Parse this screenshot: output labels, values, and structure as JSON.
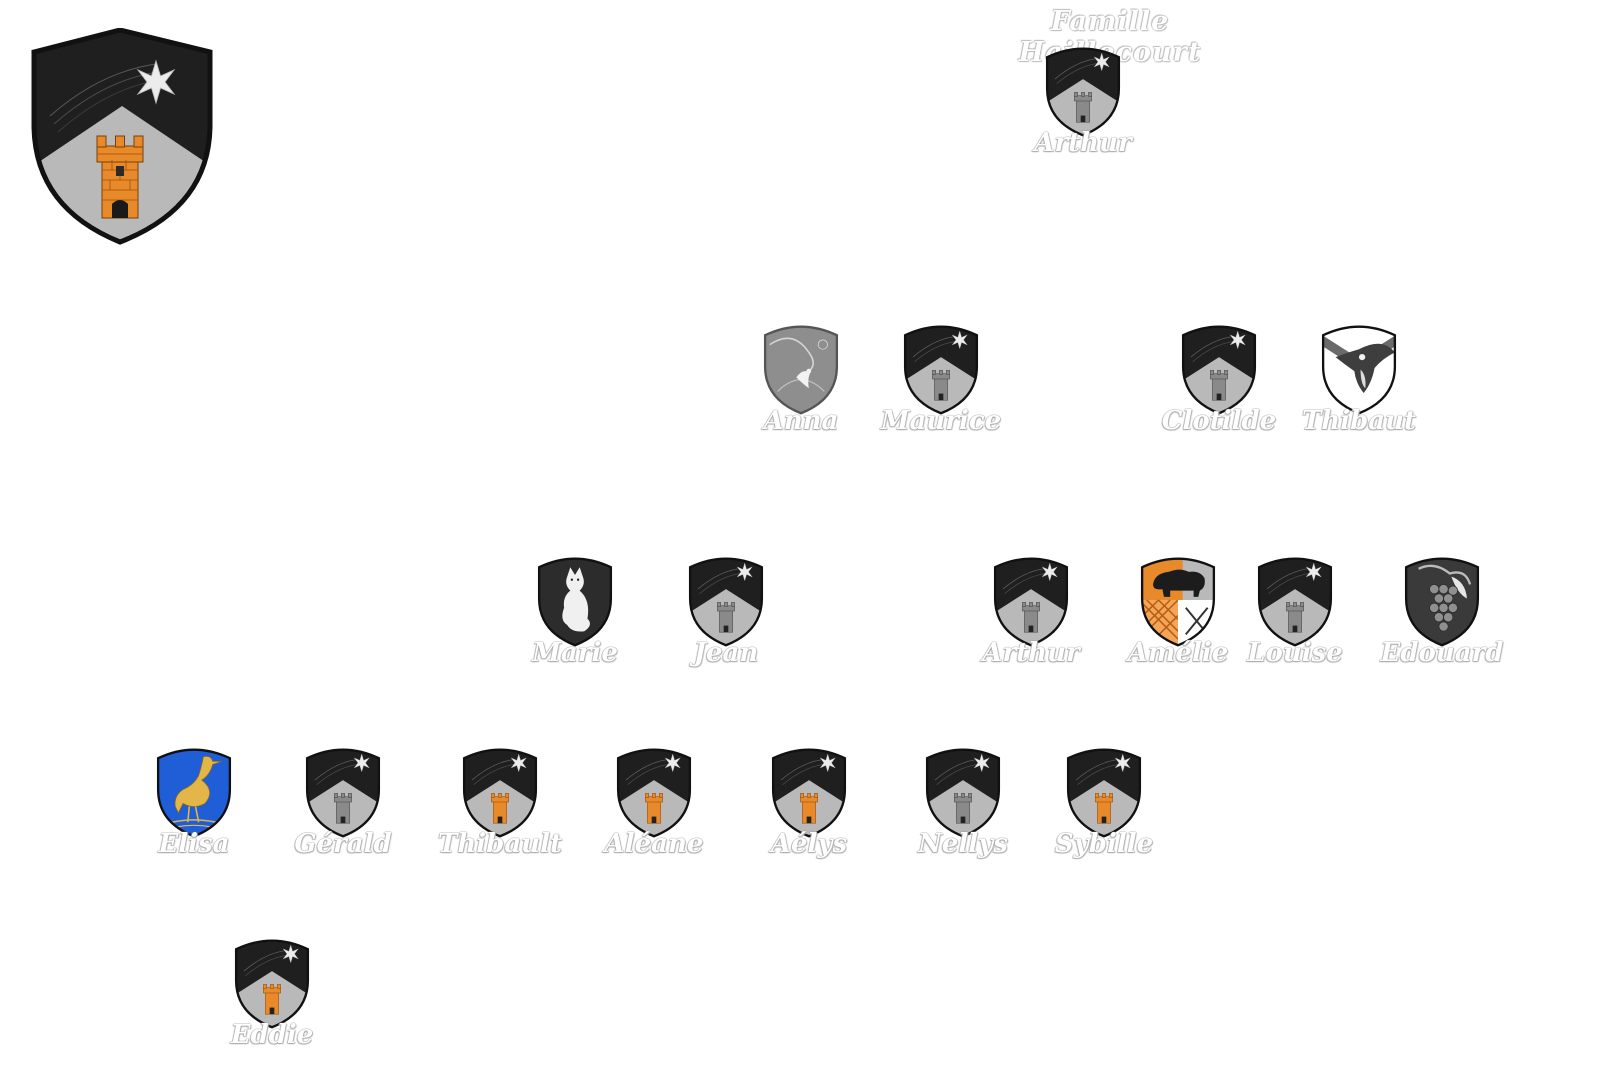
{
  "title": "Famille Haillecourt",
  "colors": {
    "shield_black": "#1f1f1f",
    "chevron_grey": "#b9b9b9",
    "tower_orange": "#e8892a",
    "tower_grey": "#8a8a8a",
    "border": "#111111"
  },
  "members": [
    {
      "id": "arthur-root",
      "name": "Arthur",
      "crest": "house-grey-tower"
    },
    {
      "id": "anna",
      "name": "Anna",
      "crest": "grey-bird"
    },
    {
      "id": "maurice",
      "name": "Maurice",
      "crest": "house-grey-tower"
    },
    {
      "id": "clotilde",
      "name": "Clotilde",
      "crest": "house-grey-tower"
    },
    {
      "id": "thibaut-eagle",
      "name": "Thibaut",
      "crest": "eagle"
    },
    {
      "id": "marie",
      "name": "Marie",
      "crest": "fox"
    },
    {
      "id": "jean",
      "name": "Jean",
      "crest": "house-grey-tower"
    },
    {
      "id": "arthur-2",
      "name": "Arthur",
      "crest": "house-grey-tower"
    },
    {
      "id": "amelie",
      "name": "Amélie",
      "crest": "bear"
    },
    {
      "id": "louise",
      "name": "Louise",
      "crest": "house-grey-tower"
    },
    {
      "id": "edouard",
      "name": "Edouard",
      "crest": "grapes"
    },
    {
      "id": "elisa",
      "name": "Elisa",
      "crest": "heron"
    },
    {
      "id": "gerald",
      "name": "Gérald",
      "crest": "house-grey-tower"
    },
    {
      "id": "thibault",
      "name": "Thibault",
      "crest": "house-orange-tower"
    },
    {
      "id": "aleane",
      "name": "Aléane",
      "crest": "house-orange-tower"
    },
    {
      "id": "aelys",
      "name": "Aélys",
      "crest": "house-orange-tower"
    },
    {
      "id": "nellys",
      "name": "Nellys",
      "crest": "house-grey-tower"
    },
    {
      "id": "sybille",
      "name": "Sybille",
      "crest": "house-orange-tower"
    },
    {
      "id": "eddie",
      "name": "Eddie",
      "crest": "house-orange-tower"
    }
  ]
}
